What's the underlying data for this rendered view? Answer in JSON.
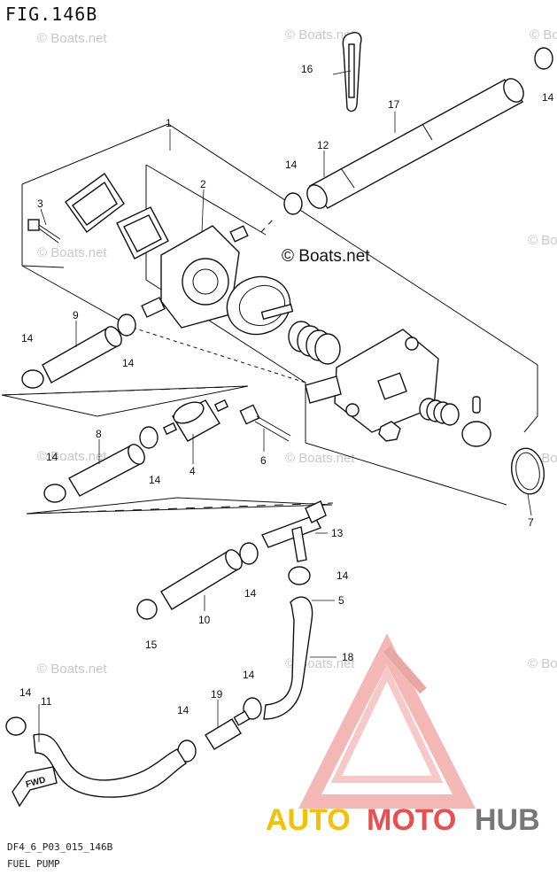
{
  "figure_title": "FIG.146B",
  "footer": {
    "code": "DF4_6_P03_015_146B",
    "name": "FUEL PUMP"
  },
  "watermark": {
    "small": "© Boats.net",
    "main": "© Boats.net"
  },
  "logo": {
    "part1": "AUTO",
    "part2": "MOTO",
    "part3": "HUB",
    "color_auto": "#f2c200",
    "color_moto": "#e8504f",
    "color_hub": "#777777"
  },
  "direction_label": "FWD",
  "callouts": [
    "1",
    "2",
    "3",
    "4",
    "5",
    "6",
    "7",
    "8",
    "9",
    "10",
    "11",
    "12",
    "13",
    "14",
    "15",
    "16",
    "17",
    "18",
    "19"
  ],
  "callout_14": "14"
}
